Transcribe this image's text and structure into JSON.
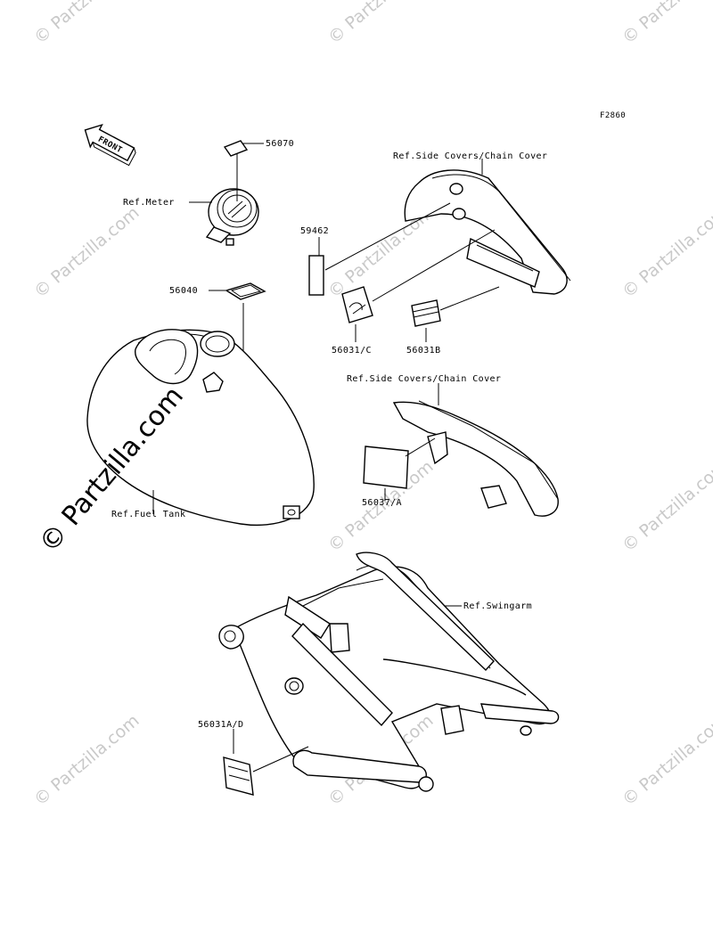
{
  "figure_code": "F2860",
  "direction_label": "FRONT",
  "watermark": {
    "text": "© Partzilla.com",
    "main_text": "© Partzilla.com"
  },
  "callouts": {
    "p56070": "56070",
    "ref_meter": "Ref.Meter",
    "p56040": "56040",
    "ref_side_covers_top": "Ref.Side Covers/Chain Cover",
    "p59462": "59462",
    "p56031c": "56031/C",
    "p56031b": "56031B",
    "ref_side_covers_mid": "Ref.Side Covers/Chain Cover",
    "p56037a": "56037/A",
    "ref_fuel_tank": "Ref.Fuel Tank",
    "ref_swingarm": "Ref.Swingarm",
    "p56031ad": "56031A/D"
  }
}
